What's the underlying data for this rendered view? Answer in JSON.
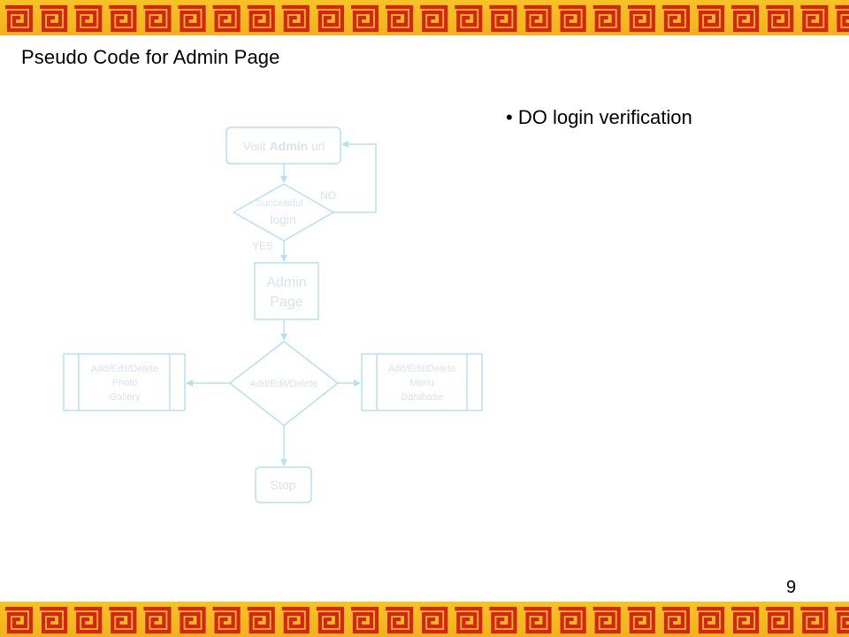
{
  "slide": {
    "title": "Pseudo Code for Admin Page",
    "bullet_marker": "•",
    "bullet_text": "DO login verification",
    "page_number": "9"
  },
  "flowchart": {
    "visit_prefix": "Visit ",
    "visit_bold": "Admin",
    "visit_suffix": " url",
    "decision1_line1": "Successful",
    "decision1_line2": "login",
    "no_label": "NO",
    "yes_label": "YES",
    "admin_line1": "Admin",
    "admin_line2": "Page",
    "decision2": "Add/Edit/Delete",
    "left_line1": "Add/Edit/Delete",
    "left_line2": "Photo",
    "left_line3": "Gallery",
    "right_line1": "Add/Edit/Delete",
    "right_line2": "Menu",
    "right_line3": "Database",
    "stop": "Stop"
  },
  "colors": {
    "border_gold": "#f1b21d",
    "border_red": "#d2261b",
    "flow_line": "#b5e2ec",
    "flow_text": "#d8e3ea"
  }
}
